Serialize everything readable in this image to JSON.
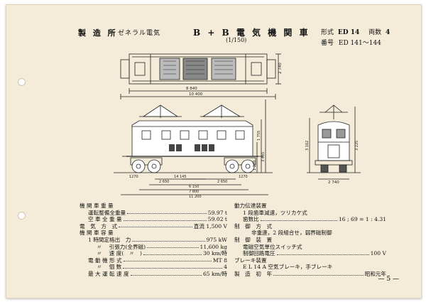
{
  "header": {
    "manufacturer_label": "製 造 所",
    "manufacturer_name": "ゼネラル電気",
    "title": "B + B 電 気 機 関 車",
    "scale": "(1/150)",
    "model_label": "形式",
    "model_value": "ED 14",
    "count_label": "両数",
    "count_value": "4",
    "number_label": "番号",
    "number_value": "ED 141～144"
  },
  "drawing": {
    "dims": {
      "plan_a": "8 840",
      "plan_b": "10 400",
      "plan_h": "2 740",
      "side_a": "2 650",
      "side_b": "2 650",
      "side_c": "6 150",
      "side_d": "7 800",
      "side_e": "11 200",
      "wheel_l": "1270",
      "wheel_c": "14 145",
      "wheel_r": "1270",
      "h_a": "3 465",
      "h_b": "1 755",
      "h_c": "1 270",
      "end_w": "2 740",
      "end_h1": "3 162",
      "end_h2": "3 225"
    }
  },
  "specs_left": [
    {
      "label": "機 関 車 重 量",
      "indent": 0
    },
    {
      "label": "運転整備全重量",
      "value": "59.97 t",
      "indent": 1
    },
    {
      "label": "空 車 全 重 量",
      "value": "59.02 t",
      "indent": 1
    },
    {
      "label": "電　気　方　式",
      "value": "直流 1,500 V",
      "indent": 0
    },
    {
      "label": "機 関 車 容 量",
      "indent": 0
    },
    {
      "label": "1 時間定格出　力",
      "value": "975 kW",
      "indent": 1
    },
    {
      "label": "〃　 引張力(全界磁)",
      "value": "11,600 kg",
      "indent": 2
    },
    {
      "label": "〃　 速 度(　〃　)",
      "value": "30 km/時",
      "indent": 2
    },
    {
      "label": "電 動 機 形 式",
      "value": "MT 8",
      "indent": 1
    },
    {
      "label": "〃　 個 数",
      "value": "4",
      "indent": 2
    },
    {
      "label": "最 大 運 転 速 度",
      "value": "65 km/時",
      "indent": 1
    }
  ],
  "specs_right": [
    {
      "label": "動力伝達装置",
      "indent": 0
    },
    {
      "text": "1 段歯車減速，ツリカケ式",
      "indent": 1
    },
    {
      "label": "歯数比",
      "value": "16 ; 69 = 1 : 4.31",
      "indent": 1
    },
    {
      "label": "制　御　方　式",
      "indent": 0
    },
    {
      "text": "非重連，2 段組合せ，弱界磁制御",
      "indent": 2
    },
    {
      "label": "制　御　装　置",
      "indent": 0
    },
    {
      "text": "電磁空気単位スイッチ式",
      "indent": 1
    },
    {
      "label": "制御回路電圧",
      "value": "100 V",
      "indent": 1
    },
    {
      "label": "ブレーキ装置",
      "indent": 0
    },
    {
      "text": "E L 14 A 空気ブレーキ，手ブレーキ",
      "indent": 1
    },
    {
      "label": "製　造　初　年",
      "value": "昭和元年",
      "indent": 0
    }
  ],
  "page_number": "— 5 —"
}
